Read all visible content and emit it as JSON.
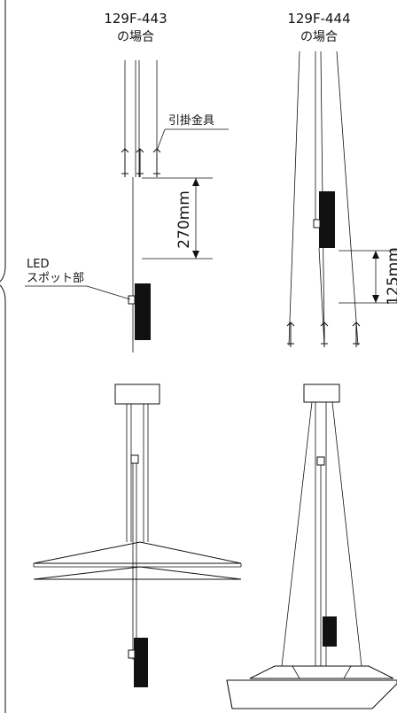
{
  "models": {
    "left_model": "129F-443",
    "left_case": "の場合",
    "right_model": "129F-444",
    "right_case": "の場合"
  },
  "labels": {
    "hook": "引掛金具",
    "led_line1": "LED",
    "led_line2": "スポット部"
  },
  "dimensions": {
    "left": "270mm",
    "right": "125mm"
  }
}
